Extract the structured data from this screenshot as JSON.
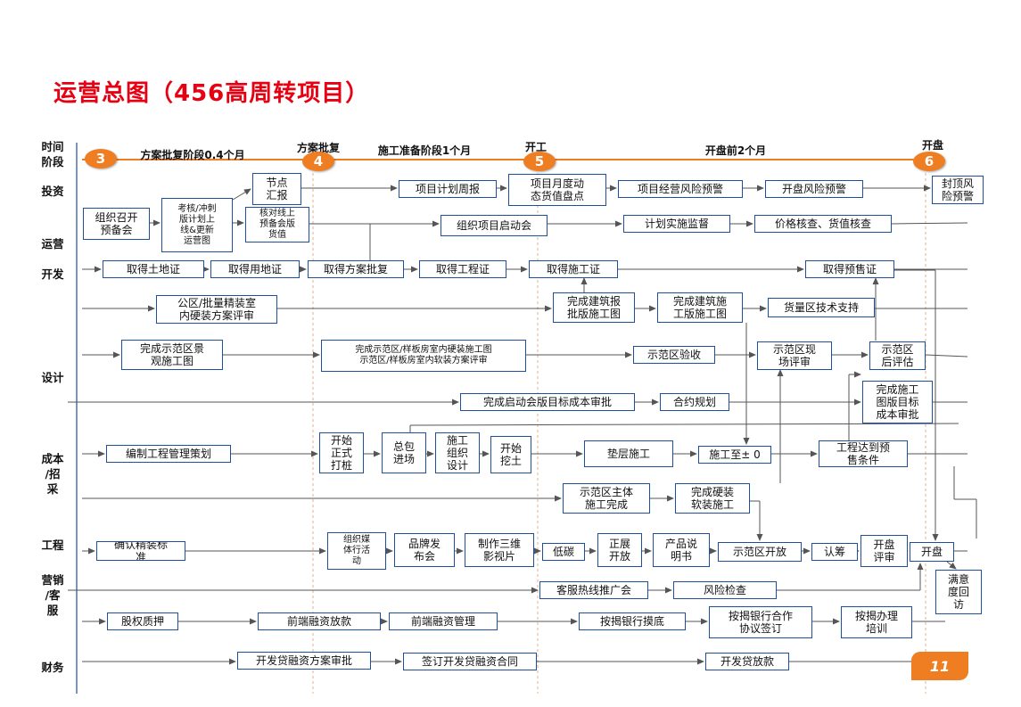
{
  "title": "运营总图（456高周转项目）",
  "colors": {
    "title": "#e60012",
    "accent": "#ef7d22",
    "box_border": "#1f4e9a",
    "line": "#555555"
  },
  "page_number": "11",
  "row_labels": [
    {
      "id": "time",
      "text": "时间\n阶段"
    },
    {
      "id": "invest",
      "text": "投资"
    },
    {
      "id": "operate",
      "text": "运营"
    },
    {
      "id": "develop",
      "text": "开发"
    },
    {
      "id": "design",
      "text": "设计"
    },
    {
      "id": "cost",
      "text": "成本\n/招\n采"
    },
    {
      "id": "engineering",
      "text": "工程"
    },
    {
      "id": "marketing",
      "text": "营销\n/客\n服"
    },
    {
      "id": "finance",
      "text": "财务"
    }
  ],
  "phases": [
    {
      "id": "p1",
      "text": "方案批复阶段0.4个月"
    },
    {
      "id": "p2",
      "text": "方案批复"
    },
    {
      "id": "p3",
      "text": "施工准备阶段1个月"
    },
    {
      "id": "p4",
      "text": "开工"
    },
    {
      "id": "p5",
      "text": "开盘前2个月"
    },
    {
      "id": "p6",
      "text": "开盘"
    }
  ],
  "milestones": [
    "3",
    "4",
    "5",
    "6"
  ],
  "nodes": [
    {
      "id": "n1",
      "text": "组织召开\n预备会"
    },
    {
      "id": "n2",
      "text": "考核/冲刺\n版计划上\n线&更新\n运营图"
    },
    {
      "id": "n3",
      "text": "节点\n汇报"
    },
    {
      "id": "n4",
      "text": "核对线上\n预备会版\n货值"
    },
    {
      "id": "n5",
      "text": "项目计划周报"
    },
    {
      "id": "n6",
      "text": "项目月度动\n态货值盘点"
    },
    {
      "id": "n7",
      "text": "项目经营风险预警"
    },
    {
      "id": "n8",
      "text": "开盘风险预警"
    },
    {
      "id": "n9",
      "text": "封顶风\n险预警"
    },
    {
      "id": "n10",
      "text": "组织项目启动会"
    },
    {
      "id": "n11",
      "text": "计划实施监督"
    },
    {
      "id": "n12",
      "text": "价格核查、货值核查"
    },
    {
      "id": "n13",
      "text": "取得土地证"
    },
    {
      "id": "n14",
      "text": "取得用地证"
    },
    {
      "id": "n15",
      "text": "取得方案批复"
    },
    {
      "id": "n16",
      "text": "取得工程证"
    },
    {
      "id": "n17",
      "text": "取得施工证"
    },
    {
      "id": "n18",
      "text": "取得预售证"
    },
    {
      "id": "n19",
      "text": "公区/批量精装室\n内硬装方案评审"
    },
    {
      "id": "n20",
      "text": "完成建筑报\n批版施工图"
    },
    {
      "id": "n21",
      "text": "完成建筑施\n工版施工图"
    },
    {
      "id": "n22",
      "text": "货量区技术支持"
    },
    {
      "id": "n23",
      "text": "完成示范区景\n观施工图"
    },
    {
      "id": "n24",
      "text": "完成示范区/样板房室内硬装施工图\n示范区/样板房室内软装方案评审"
    },
    {
      "id": "n25",
      "text": "示范区验收"
    },
    {
      "id": "n26",
      "text": "示范区现\n场评审"
    },
    {
      "id": "n27",
      "text": "示范区\n后评估"
    },
    {
      "id": "n28",
      "text": "完成启动会版目标成本审批"
    },
    {
      "id": "n29",
      "text": "合约规划"
    },
    {
      "id": "n30",
      "text": "完成施工\n图版目标\n成本审批"
    },
    {
      "id": "n31",
      "text": "编制工程管理策划"
    },
    {
      "id": "n32",
      "text": "开始\n正式\n打桩"
    },
    {
      "id": "n33",
      "text": "总包\n进场"
    },
    {
      "id": "n34",
      "text": "施工\n组织\n设计"
    },
    {
      "id": "n35",
      "text": "开始\n挖土"
    },
    {
      "id": "n36",
      "text": "垫层施工"
    },
    {
      "id": "n37",
      "text": "施工至± 0"
    },
    {
      "id": "n38",
      "text": "工程达到预\n售条件"
    },
    {
      "id": "n39",
      "text": "示范区主体\n施工完成"
    },
    {
      "id": "n40",
      "text": "完成硬装\n软装施工"
    },
    {
      "id": "n41",
      "text": "确认精装标\n准"
    },
    {
      "id": "n42",
      "text": "组织媒\n体行活\n动"
    },
    {
      "id": "n43",
      "text": "品牌发\n布会"
    },
    {
      "id": "n44",
      "text": "制作三维\n影视片"
    },
    {
      "id": "n45",
      "text": "低碳"
    },
    {
      "id": "n46",
      "text": "正展\n开放"
    },
    {
      "id": "n47",
      "text": "产品说\n明书"
    },
    {
      "id": "n48",
      "text": "示范区开放"
    },
    {
      "id": "n49",
      "text": "认筹"
    },
    {
      "id": "n50",
      "text": "开盘\n评审"
    },
    {
      "id": "n51",
      "text": "开盘"
    },
    {
      "id": "n52",
      "text": "满意\n度回\n访"
    },
    {
      "id": "n53",
      "text": "客服热线推广会"
    },
    {
      "id": "n54",
      "text": "风险检查"
    },
    {
      "id": "n55",
      "text": "股权质押"
    },
    {
      "id": "n56",
      "text": "前端融资放款"
    },
    {
      "id": "n57",
      "text": "前端融资管理"
    },
    {
      "id": "n58",
      "text": "按揭银行摸底"
    },
    {
      "id": "n59",
      "text": "按揭银行合作\n协议签订"
    },
    {
      "id": "n60",
      "text": "按揭办理\n培训"
    },
    {
      "id": "n61",
      "text": "开发贷融资方案审批"
    },
    {
      "id": "n62",
      "text": "签订开发贷融资合同"
    },
    {
      "id": "n63",
      "text": "开发贷放款"
    }
  ]
}
